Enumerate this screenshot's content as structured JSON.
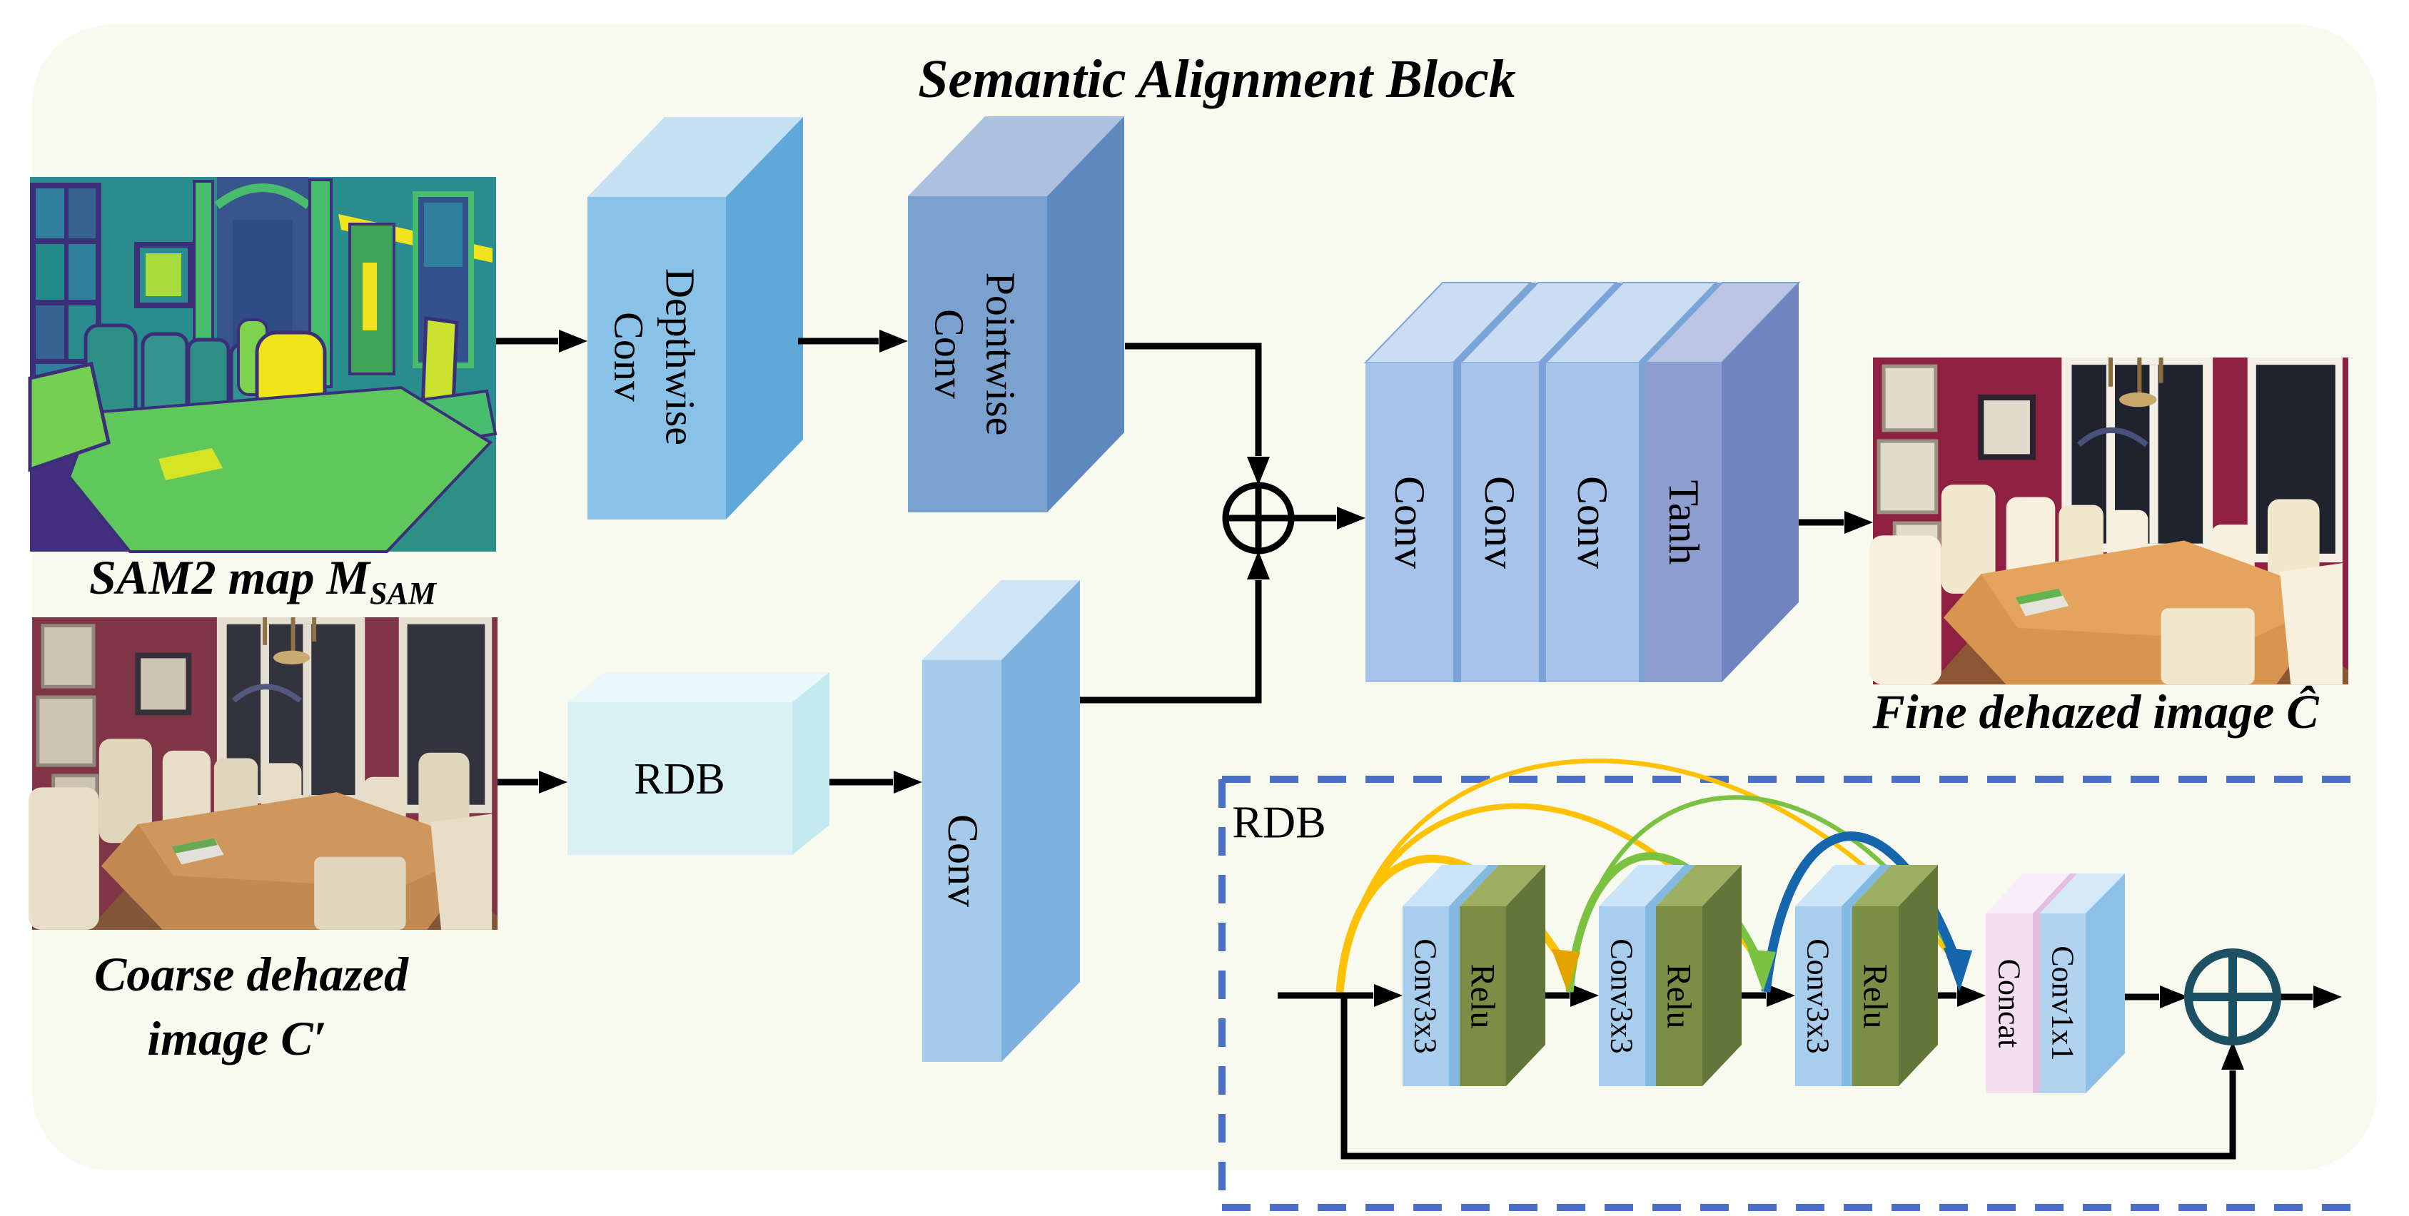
{
  "title": "Semantic Alignment Block",
  "captions": {
    "sam2_main": "SAM2 map M",
    "sam2_sub": "SAM",
    "coarse_line1": "Coarse dehazed",
    "coarse_line2": "image C′",
    "fine": "Fine dehazed image Ĉ"
  },
  "blocks": {
    "depthwise_line1": "Depthwise",
    "depthwise_line2": "Conv",
    "pointwise_line1": "Pointwise",
    "pointwise_line2": "Conv",
    "rdb": "RDB",
    "conv": "Conv",
    "stack": [
      "Conv",
      "Conv",
      "Conv",
      "Tanh"
    ]
  },
  "rdb_detail": {
    "label": "RDB",
    "layers": [
      "Conv3x3",
      "Relu",
      "Conv3x3",
      "Relu",
      "Conv3x3",
      "Relu"
    ],
    "concat": "Concat",
    "conv1x1": "Conv1x1"
  },
  "icons": {
    "sum": "circle-plus-icon"
  },
  "colors": {
    "canvas": "#F8F9EF",
    "dashed_border": "#4A6FC9",
    "skip_yellow": "#FFC104",
    "skip_green": "#7CC242",
    "skip_blue": "#1566AC",
    "sum_teal": "#1C5062"
  }
}
